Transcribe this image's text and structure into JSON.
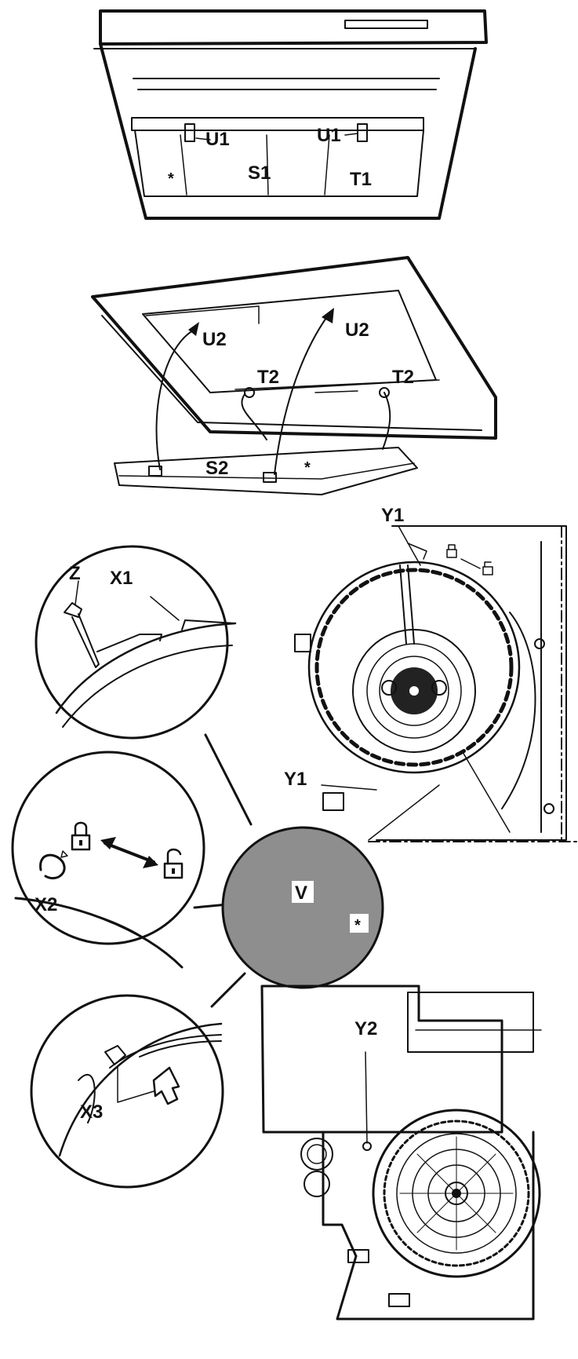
{
  "figures": {
    "panel1": {
      "labels": {
        "u1_left": "U1",
        "u1_right": "U1",
        "s1": "S1",
        "t1": "T1",
        "star": "*"
      }
    },
    "panel2": {
      "labels": {
        "u2_left": "U2",
        "u2_right": "U2",
        "t2_left": "T2",
        "t2_right": "T2",
        "s2": "S2",
        "star": "*"
      }
    },
    "panel3": {
      "labels": {
        "y1_top": "Y1",
        "y1_bottom": "Y1",
        "z": "Z",
        "x1": "X1",
        "x2": "X2",
        "x3": "X3",
        "v": "V",
        "star": "*"
      },
      "icons": [
        "padlock-closed-icon",
        "padlock-open-icon",
        "double-arrow-icon",
        "push-arrow-icon"
      ]
    },
    "panel4": {
      "labels": {
        "y2": "Y2"
      }
    }
  },
  "colors": {
    "line": "#111111",
    "grey_disc": "#8e8e8e",
    "label_bg": "#ffffff"
  }
}
